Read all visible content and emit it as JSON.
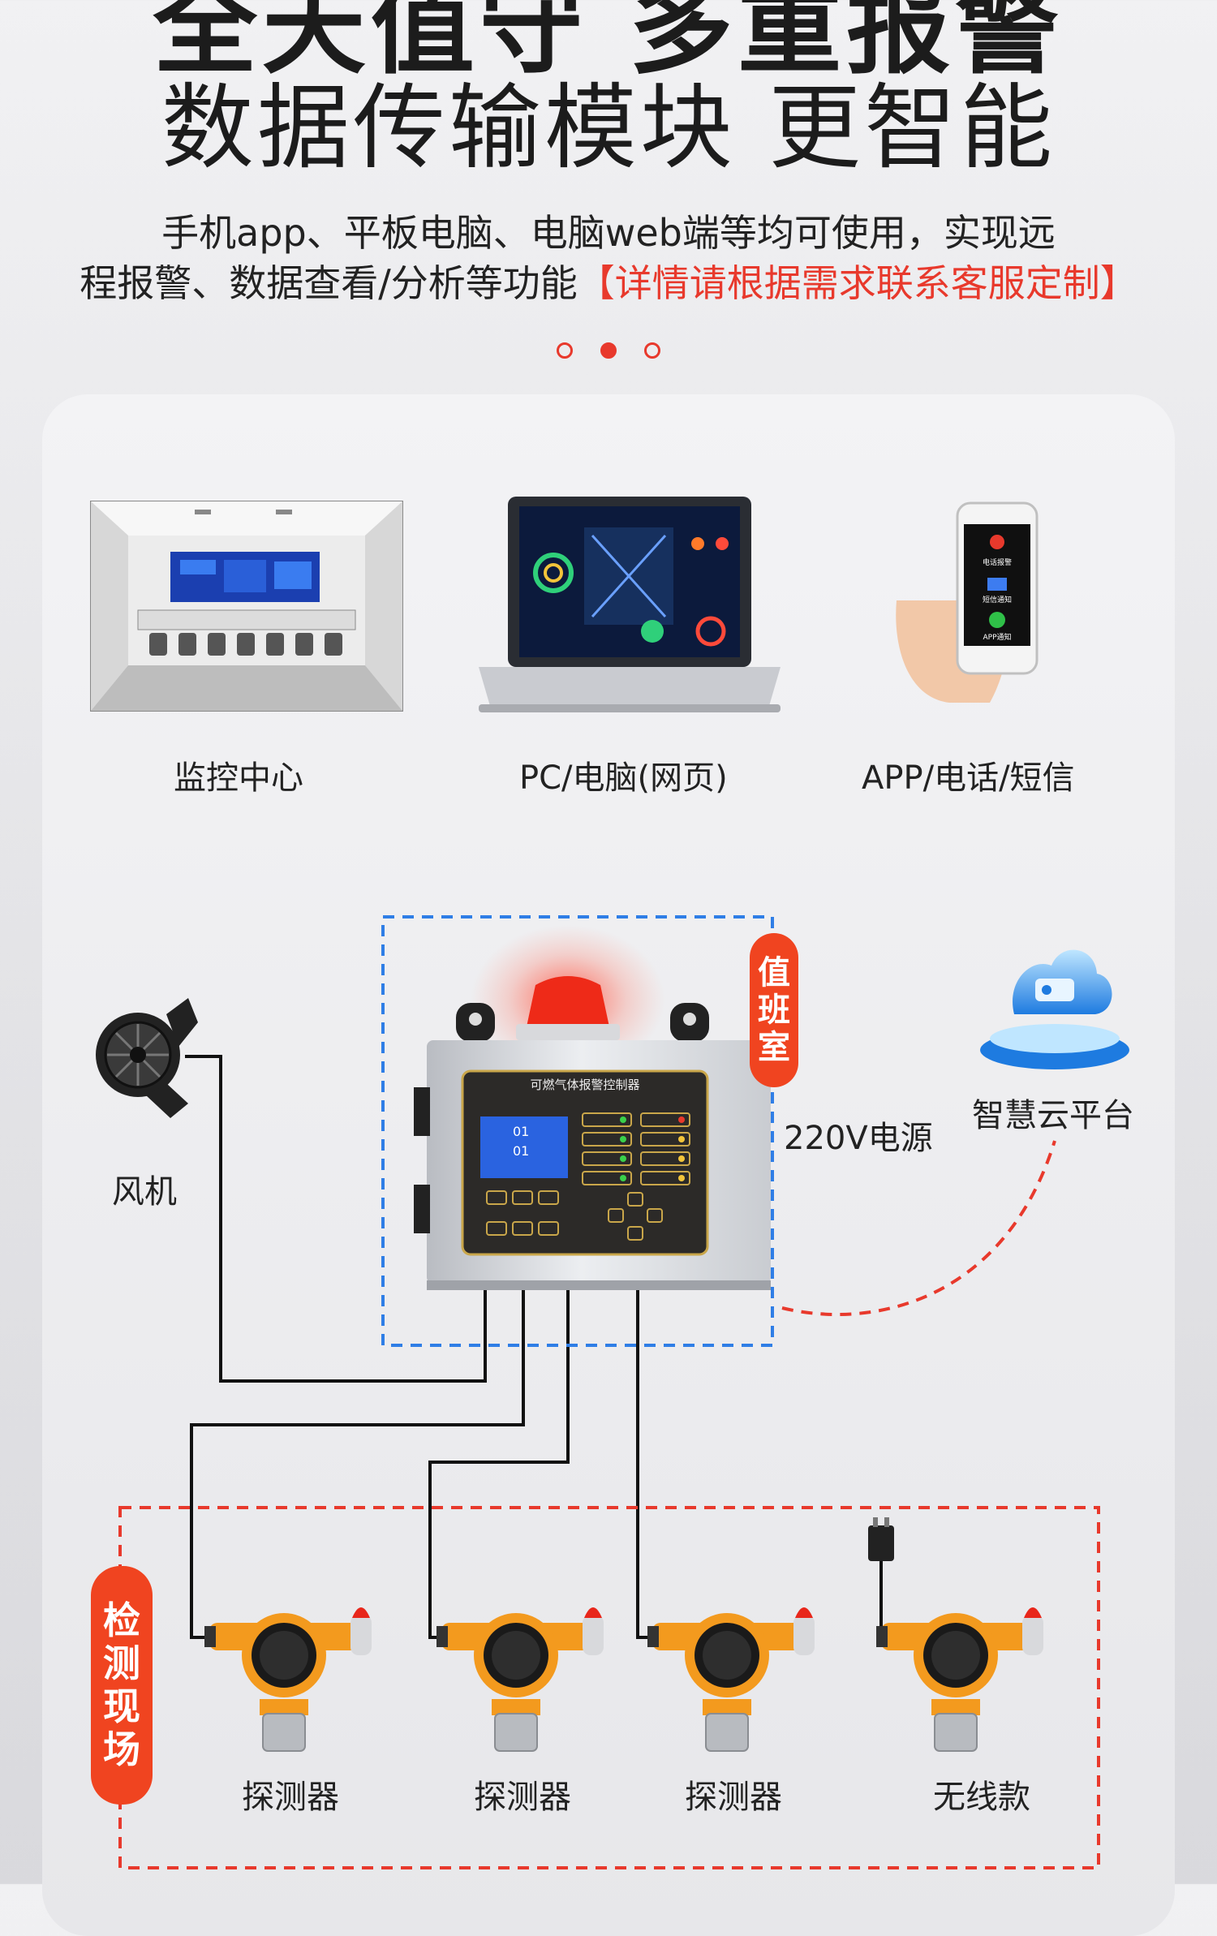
{
  "headline": {
    "line1": "全天值守 多重报警",
    "line2": "数据传输模块 更智能"
  },
  "description": {
    "line1": "手机app、平板电脑、电脑web端等均可使用，实现远",
    "line2_prefix": "程报警、数据查看/分析等功能",
    "line2_highlight": "【详情请根据需求联系客服定制】"
  },
  "carousel": {
    "active_index": 1,
    "count": 3
  },
  "terminals": [
    {
      "label": "监控中心"
    },
    {
      "label": "PC/电脑(网页)"
    },
    {
      "label": "APP/电话/短信"
    }
  ],
  "phone_screen": {
    "items": [
      "电话报警",
      "短信通知",
      "APP通知"
    ]
  },
  "control_room": {
    "tag": [
      "值",
      "班",
      "室"
    ],
    "controller_title": "可燃气体报警控制器",
    "lcd_values": [
      "01",
      "01"
    ]
  },
  "fan": {
    "label": "风机"
  },
  "power": {
    "label": "220V电源"
  },
  "cloud": {
    "label": "智慧云平台"
  },
  "site": {
    "tag": [
      "检",
      "测",
      "现",
      "场"
    ],
    "detectors": [
      {
        "label": "探测器"
      },
      {
        "label": "探测器"
      },
      {
        "label": "探测器"
      },
      {
        "label": "无线款"
      }
    ]
  },
  "colors": {
    "accent_red": "#e8392c",
    "tag_red": "#f04420",
    "room_border_blue": "#2f7ee6",
    "detector_orange": "#f39a1e"
  }
}
